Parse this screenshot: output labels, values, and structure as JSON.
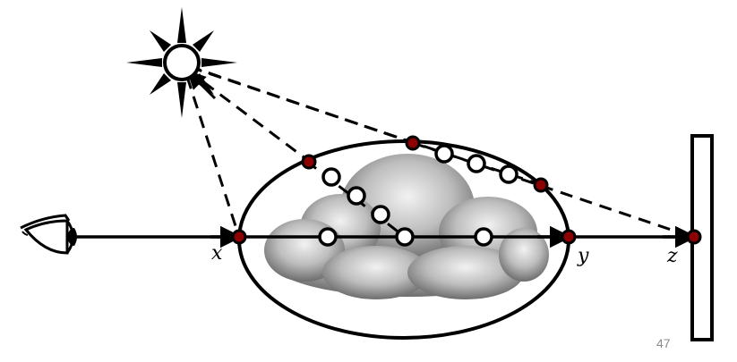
{
  "labels": {
    "x": "x",
    "y": "y",
    "z": "z"
  },
  "page_number": "47",
  "icons": {
    "light": "sun-icon",
    "camera": "eye-icon",
    "medium": "cloud-icon",
    "surface": "wall-icon"
  },
  "colors": {
    "stroke": "#000000",
    "vertex_fill": "#8b0000",
    "scatter_fill": "#ffffff",
    "cloud_light": "#e6e6e6",
    "cloud_dark": "#6a6a6a"
  }
}
